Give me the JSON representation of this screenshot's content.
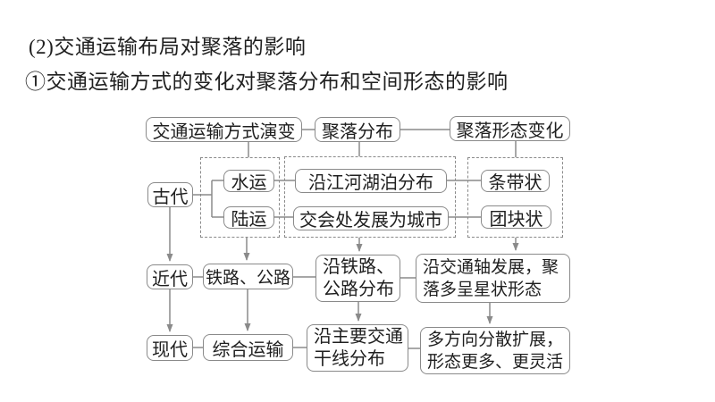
{
  "titles": {
    "line1": "(2)交通运输布局对聚落的影响",
    "line2": "①交通运输方式的变化对聚落分布和空间形态的影响"
  },
  "colors": {
    "background": "#ffffff",
    "line": "#8a8a8a",
    "text": "#1f1f1f"
  },
  "flowchart": {
    "headers": {
      "transport_mode_evolution": "交通运输方式演变",
      "settlement_distribution": "聚落分布",
      "settlement_form_change": "聚落形态变化"
    },
    "ancient": {
      "era": "古代",
      "mode_water": "水运",
      "mode_land": "陆运",
      "distribution_water": "沿江河湖泊分布",
      "distribution_land": "交会处发展为城市",
      "form_water": "条带状",
      "form_land": "团块状"
    },
    "modern": {
      "era": "近代",
      "mode": "铁路、公路",
      "distribution_line1": "沿铁路、",
      "distribution_line2": "公路分布",
      "form_line1": "沿交通轴发展，聚",
      "form_line2": "落多呈星状形态"
    },
    "contemporary": {
      "era": "现代",
      "mode": "综合运输",
      "distribution_line1": "沿主要交通",
      "distribution_line2": "干线分布",
      "form_line1": "多方向分散扩展，",
      "form_line2": "形态更多、更灵活"
    }
  }
}
